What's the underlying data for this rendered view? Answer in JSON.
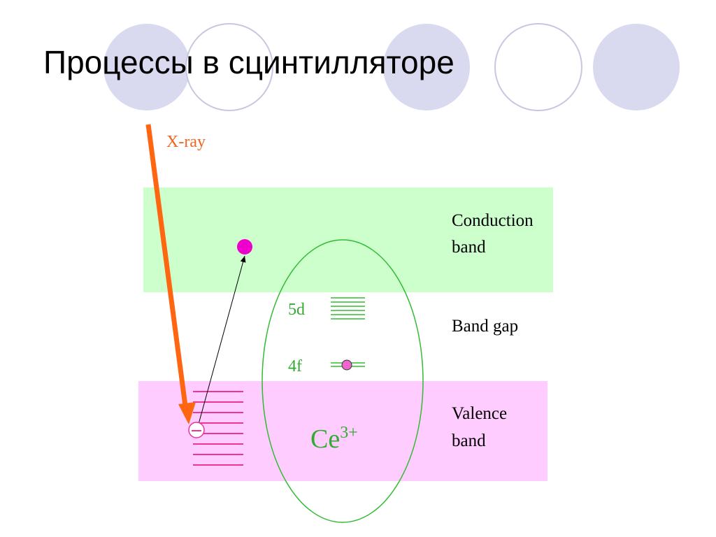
{
  "slide": {
    "title": "Процессы в сцинтилляторе"
  },
  "colors": {
    "decor_circle_fill": "#d9d9ef",
    "decor_circle_stroke": "#c7c7e0",
    "conduction_band": "#ccffcc",
    "valence_band": "#ffccff",
    "ce_region": "#33bb33",
    "xray_arrow": "#ff6611",
    "valence_lines": "#ee3399",
    "electron": "#ee00cc"
  },
  "diagram": {
    "xray_label": "X-ray",
    "conduction_band": {
      "line1": "Conduction",
      "line2": "band"
    },
    "band_gap_label": "Band gap",
    "valence_band": {
      "line1": "Valence",
      "line2": "band"
    },
    "level_5d": "5d",
    "level_4f": "4f",
    "ion": {
      "base": "Ce",
      "charge": "3+"
    }
  }
}
